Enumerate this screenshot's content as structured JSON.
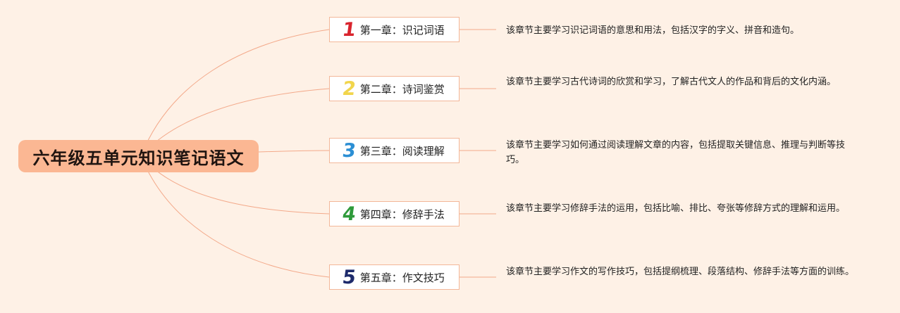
{
  "root": {
    "title": "六年级五单元知识笔记语文"
  },
  "colors": {
    "background": "#fef1e6",
    "root_fill": "#fbb793",
    "link": "#f3a98a"
  },
  "chapters": [
    {
      "number": "1",
      "number_color": "#d9242d",
      "label": "第一章：识记词语",
      "desc": "该章节主要学习识记词语的意思和用法，包括汉字的字义、拼音和造句。"
    },
    {
      "number": "2",
      "number_color": "#f1d54c",
      "label": "第二章：诗词鉴赏",
      "desc": "该章节主要学习古代诗词的欣赏和学习，了解古代文人的作品和背后的文化内涵。"
    },
    {
      "number": "3",
      "number_color": "#2c8fd4",
      "label": "第三章：阅读理解",
      "desc": "该章节主要学习如何通过阅读理解文章的内容，包括提取关键信息、推理与判断等技巧。"
    },
    {
      "number": "4",
      "number_color": "#2e9a3a",
      "label": "第四章：修辞手法",
      "desc": "该章节主要学习修辞手法的运用，包括比喻、排比、夸张等修辞方式的理解和运用。"
    },
    {
      "number": "5",
      "number_color": "#1d2a6b",
      "label": "第五章：作文技巧",
      "desc": "该章节主要学习作文的写作技巧，包括提纲梳理、段落结构、修辞手法等方面的训练。"
    }
  ]
}
